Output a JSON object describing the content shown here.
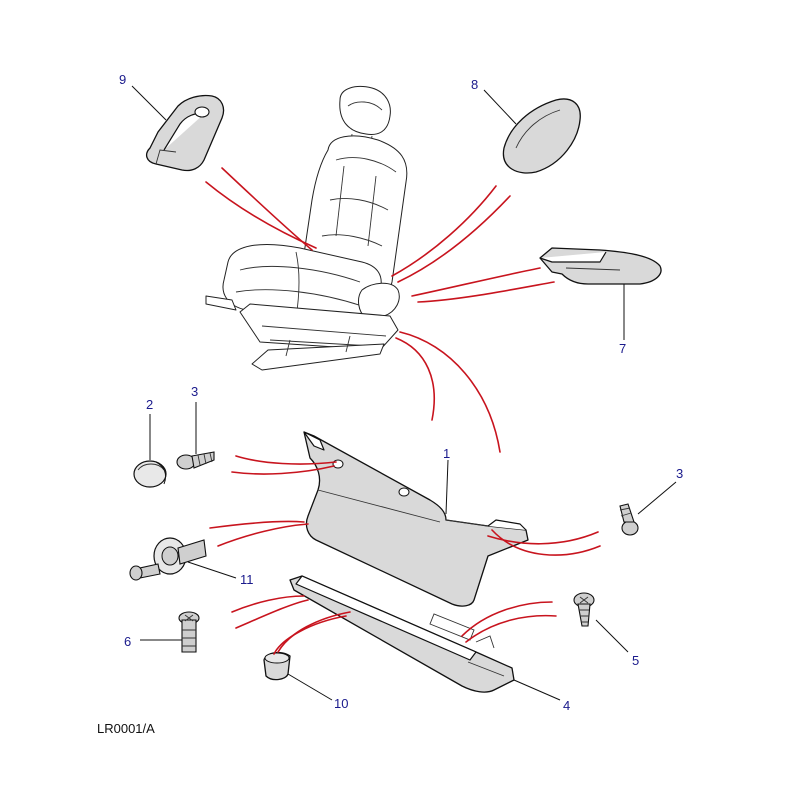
{
  "colors": {
    "callout": "#1a1a8c",
    "explode_lines": "#c8141e",
    "part_fill": "#d9d9d9",
    "outline": "#111111"
  },
  "callouts": {
    "c1": "1",
    "c2": "2",
    "c3a": "3",
    "c3b": "3",
    "c4": "4",
    "c5": "5",
    "c6": "6",
    "c7": "7",
    "c8": "8",
    "c9": "9",
    "c10": "10",
    "c11": "11"
  },
  "reference": "LR0001/A"
}
